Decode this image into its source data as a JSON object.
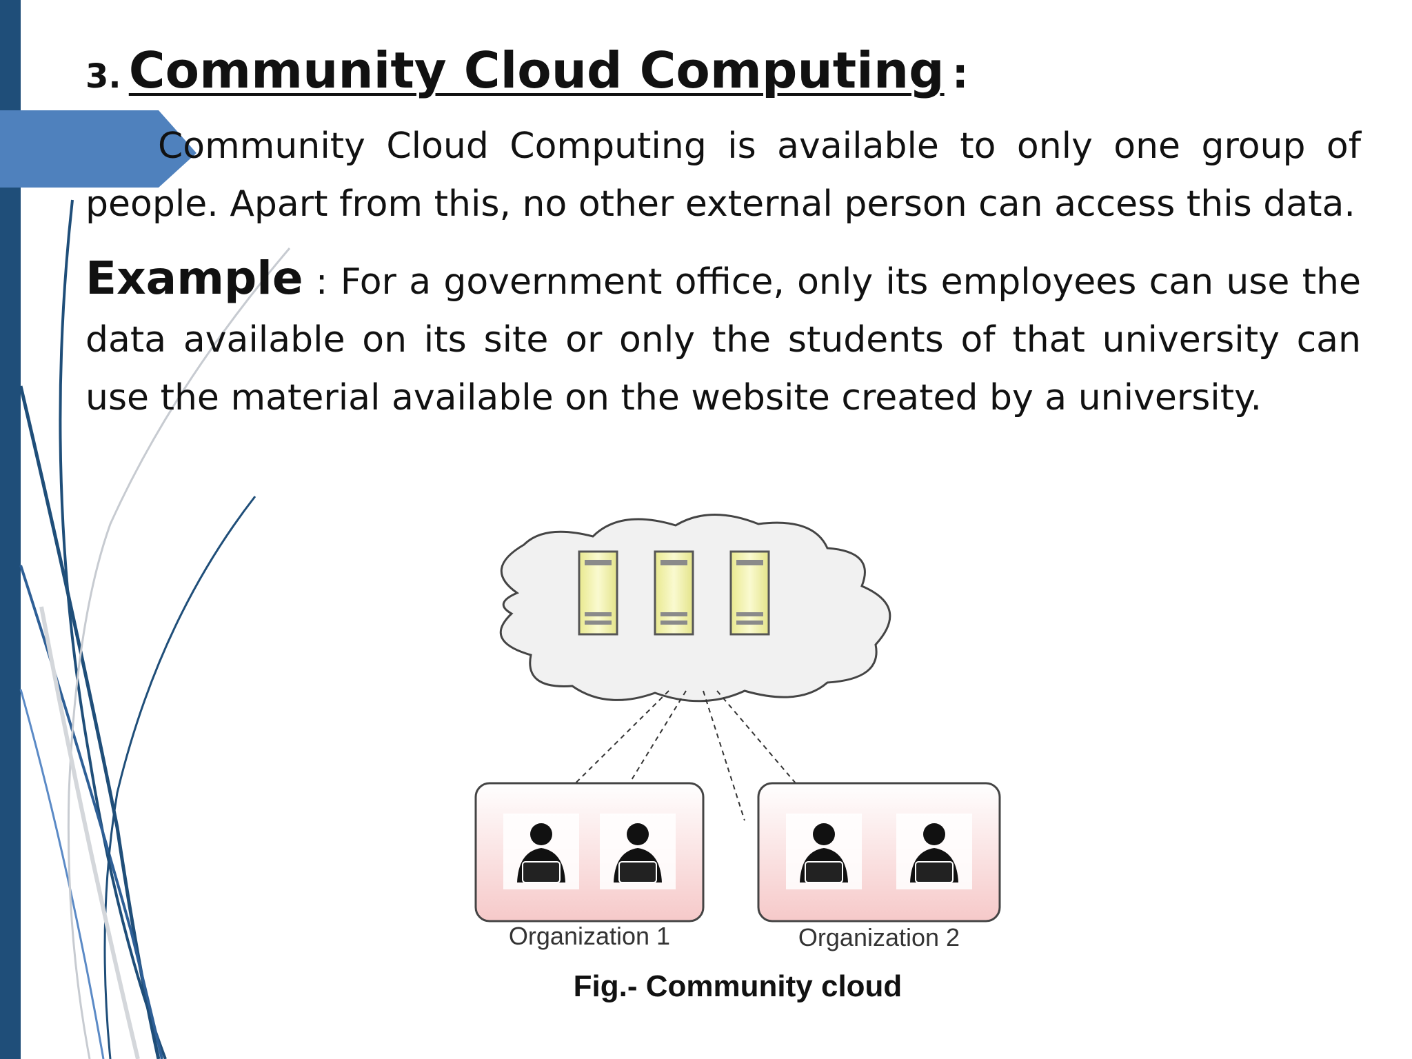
{
  "slide": {
    "heading_number": "3.",
    "heading_title": "Community Cloud Computing",
    "heading_colon": ":",
    "description": "Community Cloud Computing is available to only one group of people. Apart from this, no other external person can access this data.",
    "example_label": "Example",
    "example_text": " : For a government office, only its employees can use the data available on its site or only the students of that university can use the material available on the website created by a university."
  },
  "figure": {
    "org1_label": "Organization 1",
    "org2_label": "Organization 2",
    "caption": "Fig.- Community cloud"
  },
  "colors": {
    "accent_dark": "#1f4e79",
    "accent_light": "#5b8ac6",
    "server_fill": "#f3f3b5",
    "org_box_fill": "#f8d7d7"
  }
}
